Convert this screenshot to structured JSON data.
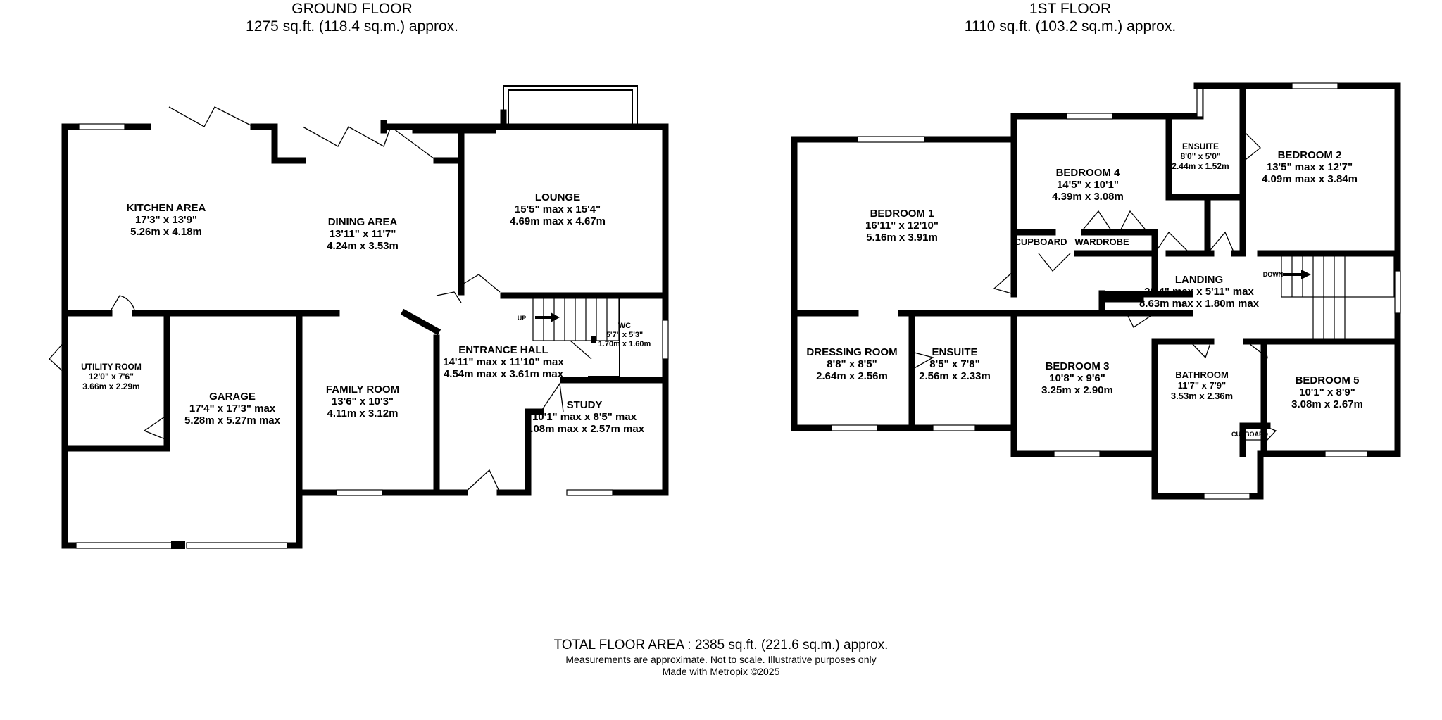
{
  "ground_floor": {
    "title": "GROUND FLOOR",
    "area": "1275 sq.ft. (118.4 sq.m.) approx.",
    "up_label": "UP",
    "rooms": [
      {
        "name": "KITCHEN AREA",
        "dim_imperial": "17'3\" x 13'9\"",
        "dim_metric": "5.26m x 4.18m"
      },
      {
        "name": "DINING AREA",
        "dim_imperial": "13'11\" x 11'7\"",
        "dim_metric": "4.24m x 3.53m"
      },
      {
        "name": "LOUNGE",
        "dim_imperial": "15'5\" max x 15'4\"",
        "dim_metric": "4.69m max x 4.67m"
      },
      {
        "name": "UTILITY ROOM",
        "dim_imperial": "12'0\" x 7'6\"",
        "dim_metric": "3.66m x 2.29m"
      },
      {
        "name": "GARAGE",
        "dim_imperial": "17'4\" x 17'3\" max",
        "dim_metric": "5.28m x 5.27m max"
      },
      {
        "name": "FAMILY ROOM",
        "dim_imperial": "13'6\" x 10'3\"",
        "dim_metric": "4.11m x 3.12m"
      },
      {
        "name": "ENTRANCE HALL",
        "dim_imperial": "14'11\" max x 11'10\" max",
        "dim_metric": "4.54m max x 3.61m max"
      },
      {
        "name": "WC",
        "dim_imperial": "5'7\" x 5'3\"",
        "dim_metric": "1.70m x 1.60m"
      },
      {
        "name": "STUDY",
        "dim_imperial": "10'1\" max x 8'5\" max",
        "dim_metric": "3.08m max x 2.57m max"
      }
    ]
  },
  "first_floor": {
    "title": "1ST FLOOR",
    "area": "1110 sq.ft. (103.2 sq.m.) approx.",
    "down_label": "DOWN",
    "rooms": [
      {
        "name": "BEDROOM 1",
        "dim_imperial": "16'11\" x 12'10\"",
        "dim_metric": "5.16m x 3.91m"
      },
      {
        "name": "BEDROOM 4",
        "dim_imperial": "14'5\" x 10'1\"",
        "dim_metric": "4.39m x 3.08m"
      },
      {
        "name": "ENSUITE",
        "dim_imperial": "8'0\" x 5'0\"",
        "dim_metric": "2.44m x 1.52m"
      },
      {
        "name": "BEDROOM 2",
        "dim_imperial": "13'5\" max x 12'7\"",
        "dim_metric": "4.09m max x 3.84m"
      },
      {
        "name": "LANDING",
        "dim_imperial": "28'4\" max x 5'11\" max",
        "dim_metric": "8.63m max x 1.80m max"
      },
      {
        "name": "DRESSING ROOM",
        "dim_imperial": "8'8\" x 8'5\"",
        "dim_metric": "2.64m x 2.56m"
      },
      {
        "name": "ENSUITE",
        "dim_imperial": "8'5\" x 7'8\"",
        "dim_metric": "2.56m x 2.33m"
      },
      {
        "name": "BEDROOM 3",
        "dim_imperial": "10'8\" x 9'6\"",
        "dim_metric": "3.25m x 2.90m"
      },
      {
        "name": "BATHROOM",
        "dim_imperial": "11'7\" x 7'9\"",
        "dim_metric": "3.53m x 2.36m"
      },
      {
        "name": "BEDROOM 5",
        "dim_imperial": "10'1\" x 8'9\"",
        "dim_metric": "3.08m x 2.67m"
      }
    ],
    "labels": {
      "cupboard": "CUPBOARD",
      "wardrobe": "WARDROBE"
    }
  },
  "footer": {
    "total": "TOTAL FLOOR AREA : 2385 sq.ft. (221.6 sq.m.) approx.",
    "disclaimer": "Measurements are approximate.  Not to scale.  Illustrative purposes only",
    "credit": "Made with Metropix ©2025"
  }
}
